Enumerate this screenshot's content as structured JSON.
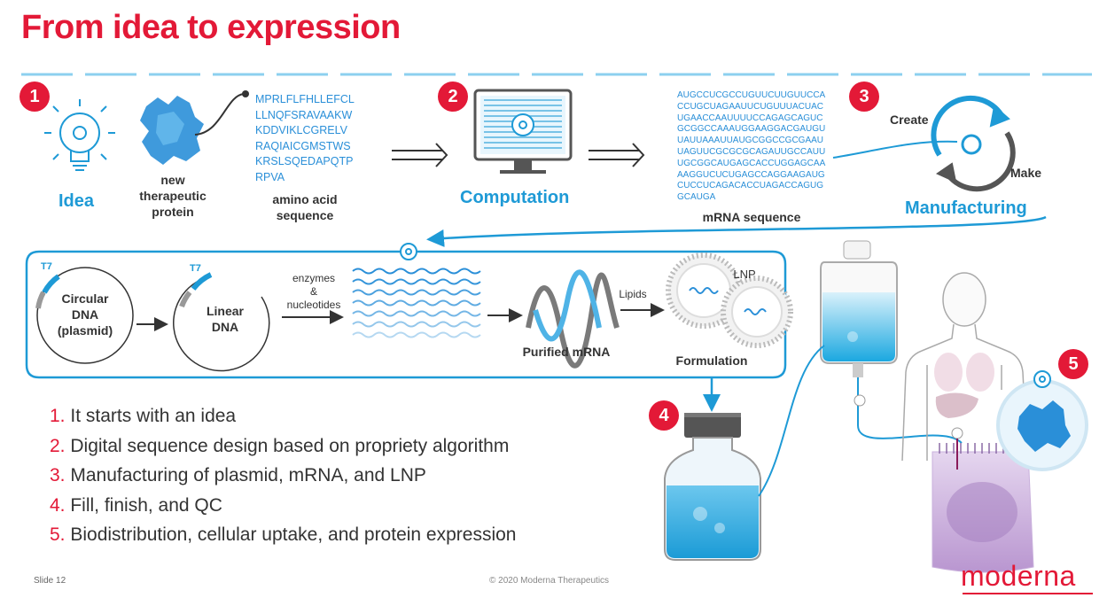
{
  "title": "From idea to expression",
  "colors": {
    "accent_red": "#e31937",
    "accent_blue": "#1e9ad6",
    "text": "#333333"
  },
  "top_row": {
    "badges": [
      "1",
      "2",
      "3"
    ],
    "idea_label": "Idea",
    "protein_label": "new\ntherapeutic\nprotein",
    "amino_acid_sequence": "MPRLFLFHLLEFCL\nLLNQFSRAVAAKW\nKDDVIKLCGRELV\nRAQIAICGMSTWS\nKRSLSQEDAPQTP\nRPVA",
    "amino_acid_label": "amino acid\nsequence",
    "computation_label": "Computation",
    "mrna_sequence": "AUGCCUCGCCUGUUCUUGUUCCA\nCCUGCUAGAAUUCUGUUUACUAC\nUGAACCAAUUUUCCAGAGCAGUC\nGCGGCCAAAUGGAAGGACGAUGU\nUAUUAAAUUAUGCGGCCGCGAAU\nUAGUUCGCGCGCAGAUUGCCAUU\nUGCGGCAUGAGCACCUGGAGCAA\nAAGGUCUCUGAGCCAGGAAGAUG\nCUCCUCAGACACCUAGACCAGUG\nGCAUGA",
    "mrna_label": "mRNA sequence",
    "create_label": "Create",
    "make_label": "Make",
    "manufacturing_label": "Manufacturing"
  },
  "process_row": {
    "t7_label": "T7",
    "circular_dna_label": "Circular\nDNA\n(plasmid)",
    "linear_dna_label": "Linear\nDNA",
    "enzymes_label": "enzymes\n&\nnucleotides",
    "purified_mrna_label": "Purified mRNA",
    "lipids_label": "Lipids",
    "lnp_label": "LNP",
    "formulation_label": "Formulation"
  },
  "badge_4": "4",
  "badge_5": "5",
  "steps": [
    {
      "num": "1.",
      "text": "It starts with an idea"
    },
    {
      "num": "2.",
      "text": "Digital sequence design based on propriety algorithm"
    },
    {
      "num": "3.",
      "text": "Manufacturing of plasmid, mRNA, and LNP"
    },
    {
      "num": "4.",
      "text": "Fill, finish, and QC"
    },
    {
      "num": "5.",
      "text": "Biodistribution, cellular uptake, and protein expression"
    }
  ],
  "footer": {
    "slide": "Slide 12",
    "copyright": "© 2020 Moderna Therapeutics",
    "logo": "moderna"
  }
}
